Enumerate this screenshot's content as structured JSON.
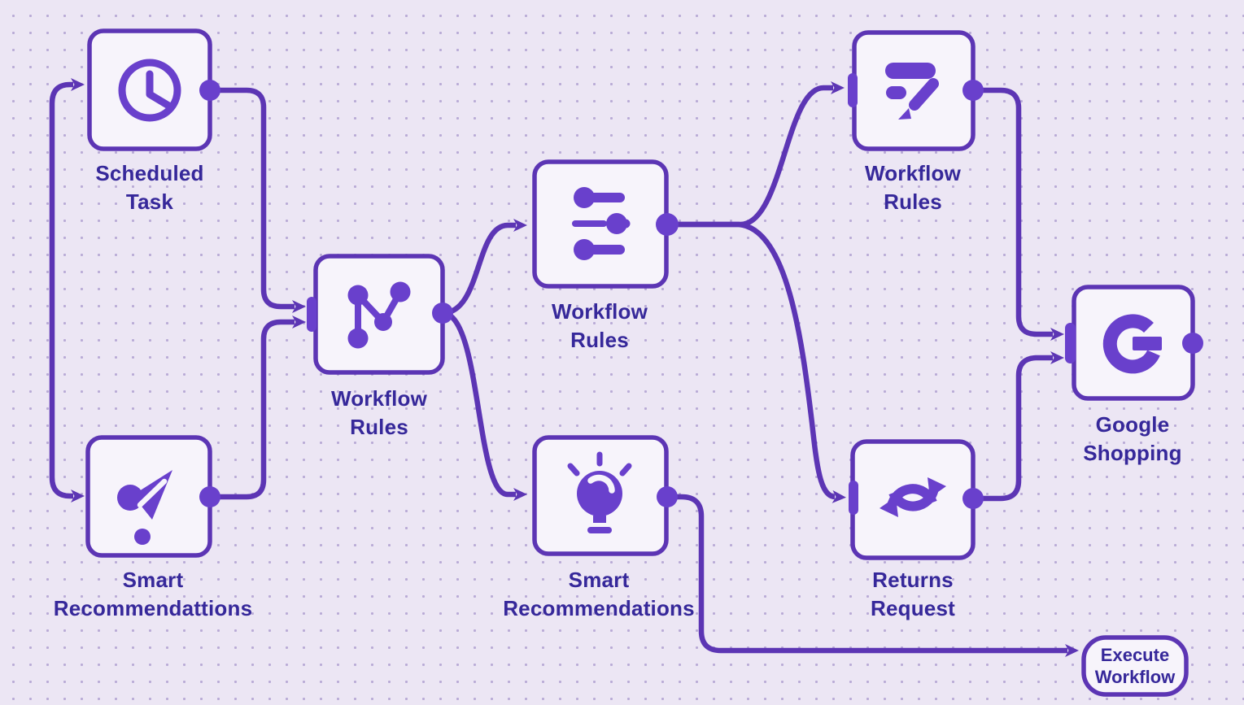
{
  "colors": {
    "background": "#ece6f4",
    "grid_dot": "#b9abd6",
    "node_fill": "#f7f4fb",
    "edge_and_border": "#5c35b4",
    "icon_and_port": "#6940cc",
    "label_text": "#36289a"
  },
  "nodes": [
    {
      "id": "scheduled-task",
      "icon": "clock-icon",
      "lines": [
        "Scheduled",
        "Task"
      ]
    },
    {
      "id": "smart-recommendattions",
      "icon": "send-icon",
      "lines": [
        "Smart",
        "Recommendattions"
      ]
    },
    {
      "id": "workflow-rules-main",
      "icon": "node-graph-icon",
      "lines": [
        "Workflow",
        "Rules"
      ]
    },
    {
      "id": "workflow-rules-top",
      "icon": "sliders-icon",
      "lines": [
        "Workflow",
        "Rules"
      ]
    },
    {
      "id": "smart-recommendations",
      "icon": "lightbulb-icon",
      "lines": [
        "Smart",
        "Recommendations"
      ]
    },
    {
      "id": "workflow-rules-right",
      "icon": "filter-pencil-icon",
      "lines": [
        "Workflow",
        "Rules"
      ]
    },
    {
      "id": "returns-request",
      "icon": "sync-icon",
      "lines": [
        "Returns",
        "Request"
      ]
    },
    {
      "id": "google-shopping",
      "icon": "google-g-icon",
      "lines": [
        "Google",
        "Shopping"
      ]
    },
    {
      "id": "execute-workflow",
      "icon": null,
      "lines": [
        "Execute",
        "Workflow"
      ]
    }
  ],
  "edges": [
    {
      "from": "entry",
      "to": "scheduled-task"
    },
    {
      "from": "entry",
      "to": "smart-recommendattions"
    },
    {
      "from": "scheduled-task",
      "to": "workflow-rules-main"
    },
    {
      "from": "smart-recommendattions",
      "to": "workflow-rules-main"
    },
    {
      "from": "workflow-rules-main",
      "to": "workflow-rules-top"
    },
    {
      "from": "workflow-rules-main",
      "to": "smart-recommendations"
    },
    {
      "from": "workflow-rules-top",
      "to": "workflow-rules-right"
    },
    {
      "from": "workflow-rules-top",
      "to": "returns-request"
    },
    {
      "from": "workflow-rules-right",
      "to": "google-shopping"
    },
    {
      "from": "returns-request",
      "to": "google-shopping"
    },
    {
      "from": "smart-recommendations",
      "to": "execute-workflow"
    }
  ]
}
